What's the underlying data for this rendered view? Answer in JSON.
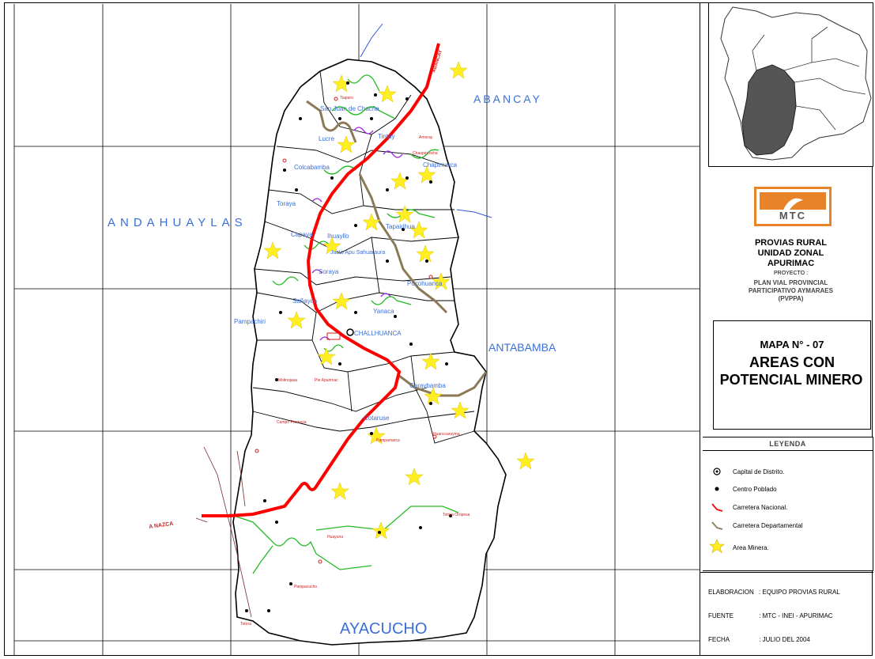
{
  "neighbors": {
    "north": "ABANCAY",
    "west": "ANDAHUAYLAS",
    "east": "ANTABAMBA",
    "south": "AYACUCHO"
  },
  "road_ends": {
    "south_west": "A NAZCA",
    "north_east": "ABANCAY"
  },
  "capital": "CHALLHUANCA",
  "districts": [
    "San Juan de Chacña",
    "Lucre",
    "Tintay",
    "Colcabamba",
    "Toraya",
    "Chapimarca",
    "Capaya",
    "Ihuayllo",
    "Tapairihua",
    "Justo Apu Sahuaraura",
    "Soraya",
    "Sañayca",
    "Yanaca",
    "Pocohuanca",
    "Pampachiri",
    "Caraybamba",
    "Cotaruse"
  ],
  "places": [
    "Amoray",
    "Totora",
    "Huayuna",
    "Chaupiccocha",
    "Pampamarca",
    "Tiaparo",
    "Huanccarayma",
    "Pampacucho",
    "Molinojasa",
    "Pte Apurimac",
    "Campo Promesa",
    "Totora Oropesa"
  ],
  "header": {
    "logo_text": "MTC",
    "org_line1": "PROVIAS RURAL",
    "org_line2": "UNIDAD ZONAL",
    "org_line3": "APURIMAC",
    "project_label": "PROYECTO :",
    "project_line1": "PLAN VIAL PROVINCIAL",
    "project_line2": "PARTICIPATIVO AYMARAES",
    "project_line3": "(PVPPA)"
  },
  "title": {
    "map_number": "MAPA N° - 07",
    "line1": "AREAS CON",
    "line2": "POTENCIAL MINERO"
  },
  "legend": {
    "heading": "LEYENDA",
    "items": [
      {
        "label": "Capital de Distrito.",
        "icon": "district-capital-icon"
      },
      {
        "label": "Centro Poblado",
        "icon": "populated-center-icon"
      },
      {
        "label": "Carretera Nacional.",
        "icon": "national-road-icon",
        "color": "#ff0000"
      },
      {
        "label": "Carretera Departamental",
        "icon": "departmental-road-icon",
        "color": "#8b7a55"
      },
      {
        "label": "Area Minera.",
        "icon": "mining-area-icon",
        "color": "#ffee22"
      }
    ]
  },
  "meta": {
    "elaboracion_label": "ELABORACION",
    "elaboracion_value": ": EQUIPO PROVIAS RURAL",
    "fuente_label": "FUENTE",
    "fuente_value": ": MTC - INEI - APURIMAC",
    "fecha_label": "FECHA",
    "fecha_value": ": JULIO DEL 2004"
  },
  "colors": {
    "neighbor_text": "#3a6fd8",
    "district_text": "#3a6fd8",
    "national_road": "#ff0000",
    "departmental_road": "#8b7a55",
    "rural_road": "#22bb22",
    "mining_area": "#ffee22",
    "inset_province": "#555555"
  }
}
